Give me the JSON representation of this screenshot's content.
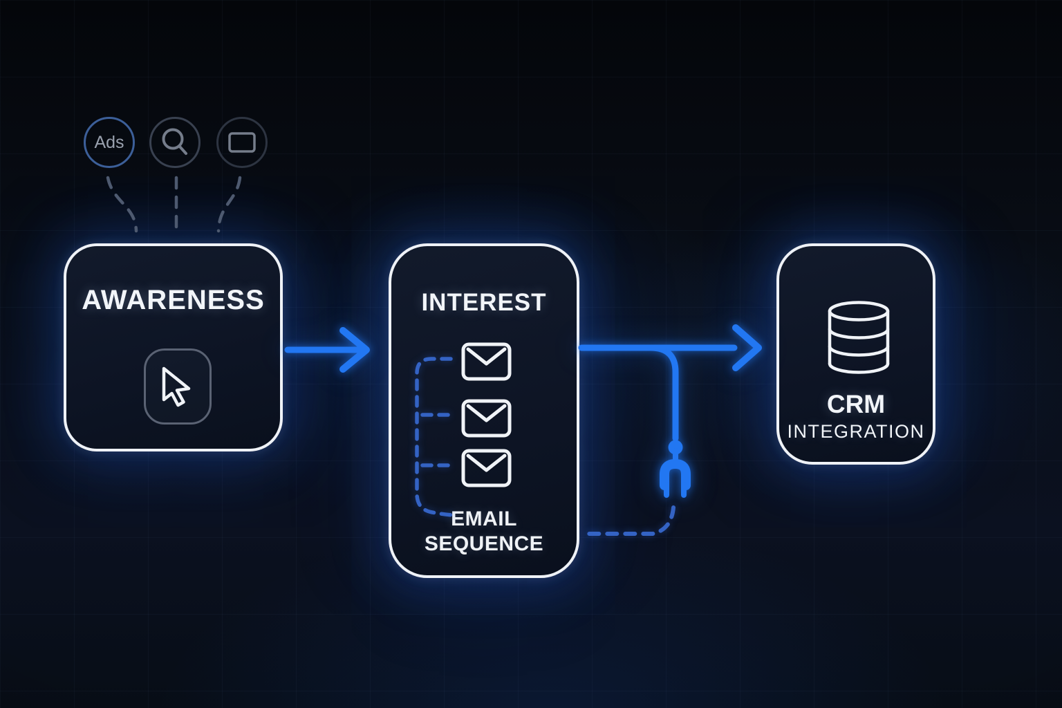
{
  "diagram": {
    "sources": {
      "ads_label": "Ads"
    },
    "awareness": {
      "title": "AWARENESS"
    },
    "interest": {
      "title": "INTEREST",
      "caption_line1": "EMAIL",
      "caption_line2": "SEQUENCE",
      "email_count": 3
    },
    "crm": {
      "title": "CRM",
      "subtitle": "INTEGRATION"
    }
  },
  "colors": {
    "accent_blue": "#2277f2",
    "dashed_blue": "#3463c4",
    "connector_gray": "#4e5a70",
    "node_border": "#eff2f7",
    "node_fill": "#0d1424",
    "background": "#06080d",
    "text_primary": "#f2f5f9",
    "ads_ring": "#3c5f99",
    "search_ring": "#394150",
    "display_ring": "#2d3441",
    "icon_gray": "#757d8b",
    "cursor_chip_border": "#5a6273"
  }
}
